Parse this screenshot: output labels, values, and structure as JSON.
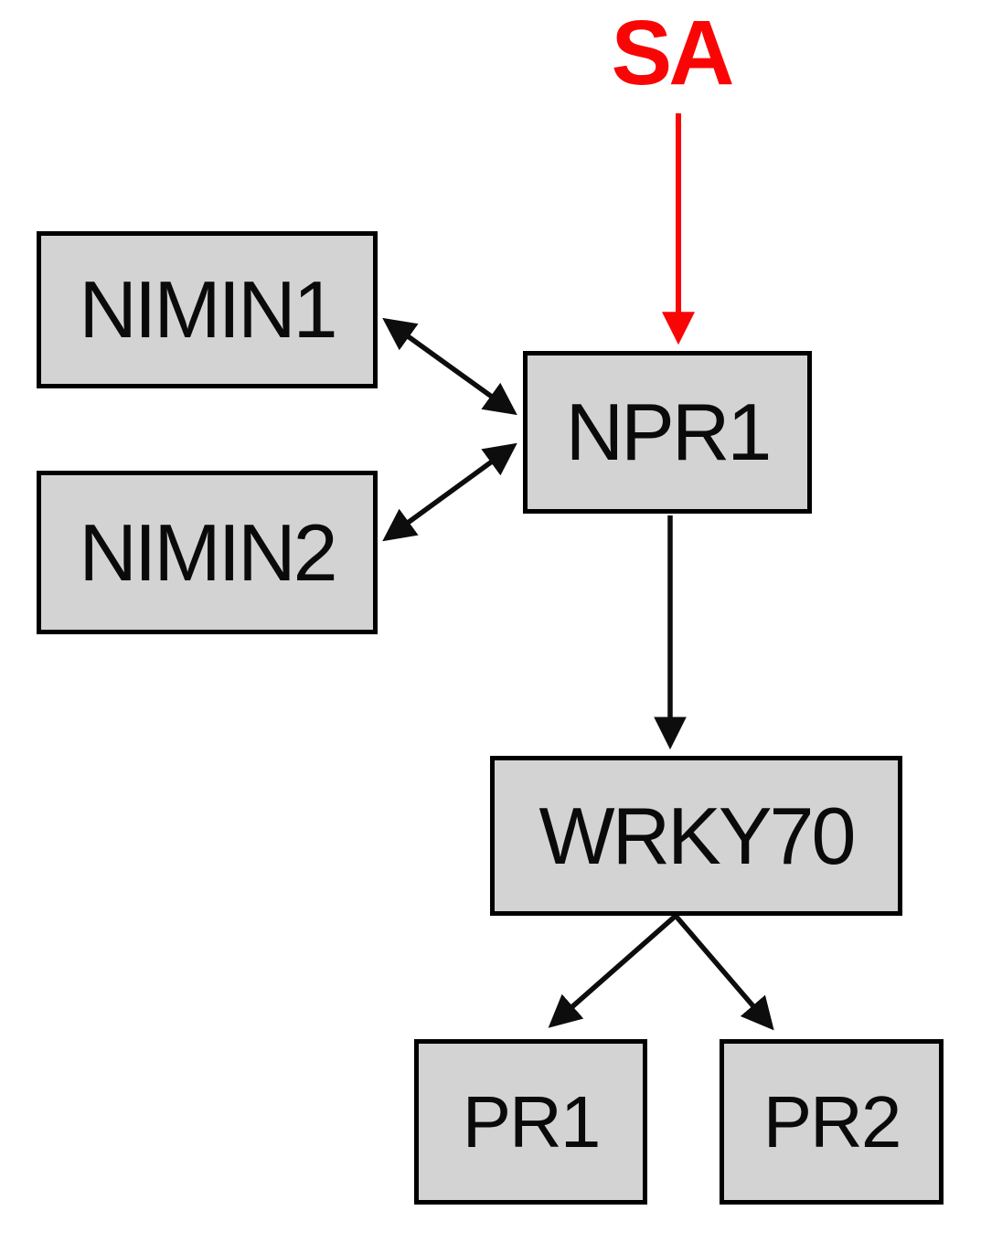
{
  "diagram": {
    "description": "SA signaling pathway diagram",
    "nodes": {
      "sa": {
        "label": "SA",
        "type": "signal"
      },
      "nimin1": {
        "label": "NIMIN1",
        "type": "gene-box"
      },
      "nimin2": {
        "label": "NIMIN2",
        "type": "gene-box"
      },
      "npr1": {
        "label": "NPR1",
        "type": "gene-box"
      },
      "wrky70": {
        "label": "WRKY70",
        "type": "gene-box"
      },
      "pr1": {
        "label": "PR1",
        "type": "gene-box"
      },
      "pr2": {
        "label": "PR2",
        "type": "gene-box"
      }
    },
    "edges": [
      {
        "from": "sa",
        "to": "npr1",
        "style": "single-arrow",
        "color": "red"
      },
      {
        "from": "nimin1",
        "to": "npr1",
        "style": "double-arrow",
        "color": "black"
      },
      {
        "from": "nimin2",
        "to": "npr1",
        "style": "double-arrow",
        "color": "black"
      },
      {
        "from": "npr1",
        "to": "wrky70",
        "style": "single-arrow",
        "color": "black"
      },
      {
        "from": "wrky70",
        "to": "pr1",
        "style": "single-arrow",
        "color": "black"
      },
      {
        "from": "wrky70",
        "to": "pr2",
        "style": "single-arrow",
        "color": "black"
      }
    ],
    "colors": {
      "signal": "#fa0505",
      "arrow": "#0d0d0d",
      "node_fill": "#d3d3d3",
      "node_border": "#000000"
    }
  }
}
